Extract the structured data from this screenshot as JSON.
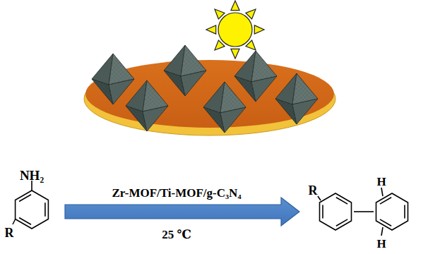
{
  "diagram": {
    "labels": [
      "NH₂",
      "R",
      "Zr-MOF/Ti-MOF/g-C₃N₄",
      "25 ℃",
      "R",
      "H",
      "H"
    ]
  }
}
